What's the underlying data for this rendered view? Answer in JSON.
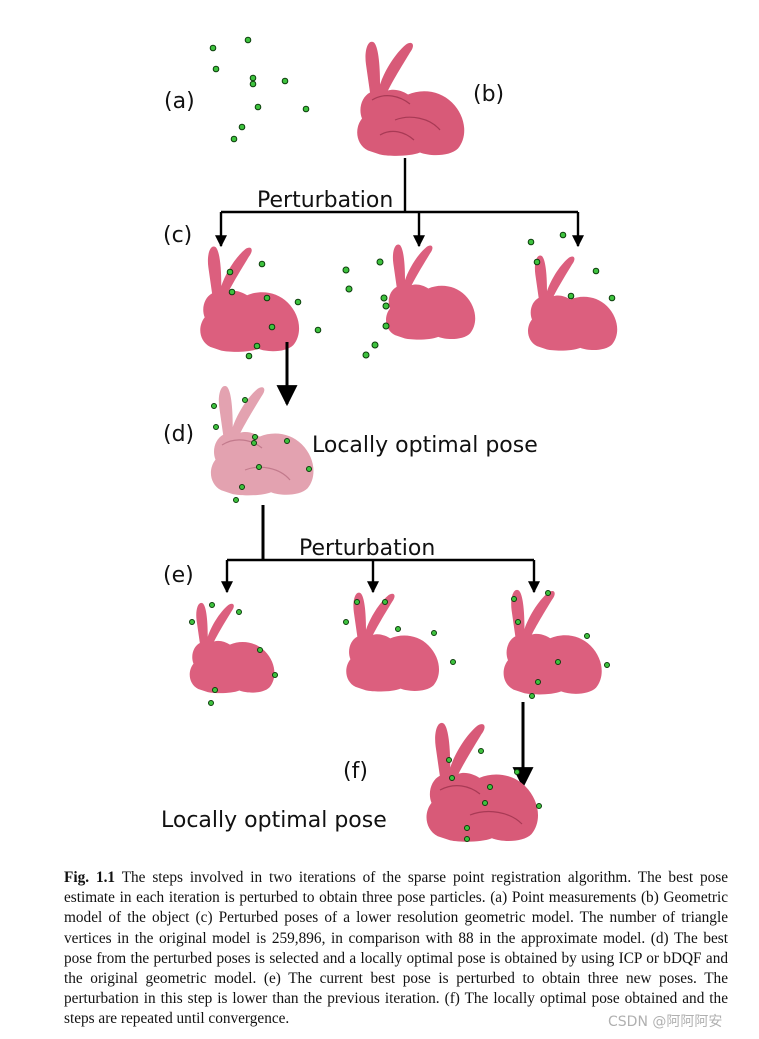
{
  "labels": {
    "a": "(a)",
    "b": "(b)",
    "c": "(c)",
    "d": "(d)",
    "e": "(e)",
    "f": "(f)",
    "perturbation_1": "Perturbation",
    "perturbation_2": "Perturbation",
    "locally_optimal_1": "Locally optimal pose",
    "locally_optimal_2": "Locally optimal pose"
  },
  "caption": {
    "fig_label": "Fig. 1.1",
    "text": "The steps involved in two iterations of the sparse point registration algorithm. The best pose estimate in each iteration is perturbed to obtain three pose particles. (a) Point measurements (b) Geometric model of the object (c) Perturbed poses of a lower resolution geometric model. The number of triangle vertices in the original model is 259,896, in comparison with 88 in the approximate model. (d) The best pose from the perturbed poses is selected and a locally optimal pose is obtained by using ICP or bDQF and the original geometric model. (e) The current best pose is perturbed to obtain three new poses. The perturbation in this step is lower than the previous iteration. (f) The locally optimal pose obtained and the steps are repeated until convergence."
  },
  "watermark": "CSDN @阿阿阿安",
  "colors": {
    "bunny_detailed": "#d85a78",
    "bunny_lowpoly": "#dc5f7e",
    "bunny_light": "#e3a2b0",
    "point_fill": "#3ec23e",
    "point_stroke": "#0b3d0b",
    "arrow": "#000000"
  }
}
